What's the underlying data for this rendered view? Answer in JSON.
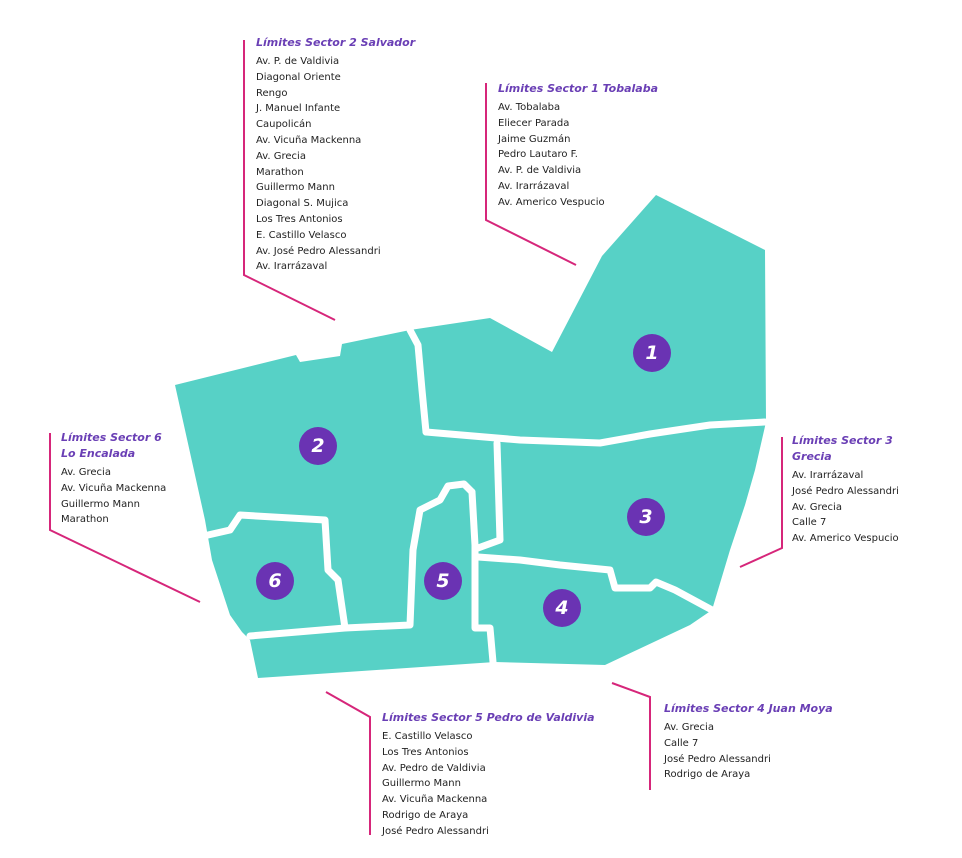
{
  "colors": {
    "region_fill": "#57d1c6",
    "border": "#ffffff",
    "marker": "#6a33b3",
    "leader_line": "#d6267a",
    "title_text": "#6a3fb5",
    "body_text": "#222222"
  },
  "sectors": [
    {
      "number": "1",
      "title_prefix": "Límites Sector 1",
      "title_name": "Tobalaba",
      "streets": [
        "Av. Tobalaba",
        "Eliecer Parada",
        "Jaime Guzmán",
        "Pedro Lautaro F.",
        "Av. P. de Valdivia",
        "Av. Irarrázaval",
        "Av. Americo Vespucio"
      ]
    },
    {
      "number": "2",
      "title_prefix": "Límites Sector 2",
      "title_name": "Salvador",
      "streets": [
        "Av. P. de Valdivia",
        "Diagonal Oriente",
        "Rengo",
        "J. Manuel Infante",
        "Caupolicán",
        "Av. Vicuña Mackenna",
        "Av. Grecia",
        "Marathon",
        "Guillermo Mann",
        "Diagonal S. Mujica",
        "Los Tres Antonios",
        "E. Castillo Velasco",
        "Av. José Pedro Alessandri",
        "Av. Irarrázaval"
      ]
    },
    {
      "number": "3",
      "title_prefix": "Límites Sector 3",
      "title_name": "Grecia",
      "streets": [
        "Av. Irarrázaval",
        "José Pedro Alessandri",
        "Av. Grecia",
        "Calle 7",
        "Av. Americo Vespucio"
      ]
    },
    {
      "number": "4",
      "title_prefix": "Límites Sector 4",
      "title_name": "Juan Moya",
      "streets": [
        "Av. Grecia",
        "Calle 7",
        "José Pedro Alessandri",
        "Rodrigo de Araya"
      ]
    },
    {
      "number": "5",
      "title_prefix": "Límites Sector 5",
      "title_name": "Pedro de Valdivia",
      "streets": [
        "E. Castillo Velasco",
        "Los Tres Antonios",
        "Av. Pedro de Valdivia",
        "Guillermo Mann",
        "Av. Vicuña Mackenna",
        "Rodrigo de Araya",
        "José Pedro Alessandri"
      ]
    },
    {
      "number": "6",
      "title_prefix": "Límites Sector 6",
      "title_name": "Lo Encalada",
      "streets": [
        "Av. Grecia",
        "Av. Vicuña Mackenna",
        "Guillermo Mann",
        "Marathon"
      ]
    }
  ]
}
